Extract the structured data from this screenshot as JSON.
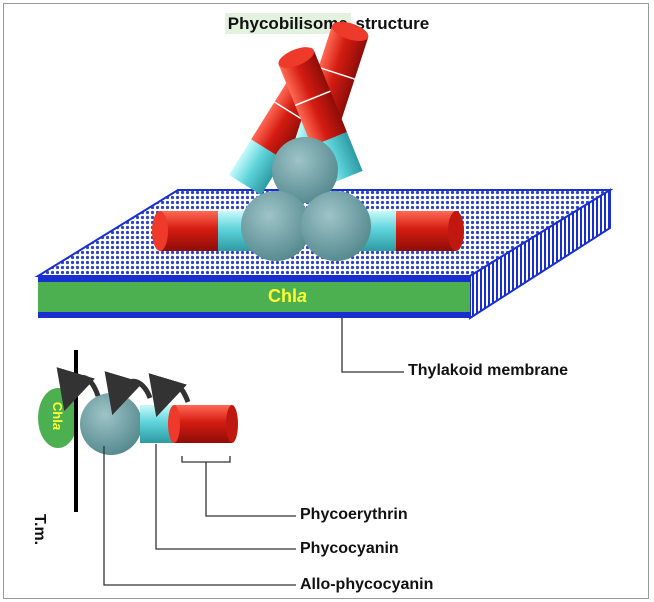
{
  "title": {
    "highlight": "Phycobilisome",
    "rest": " structure"
  },
  "membrane": {
    "chl": "Chl",
    "chl_italic": "a"
  },
  "labels": {
    "thylakoid": "Thylakoid membrane",
    "phycoerythrin": "Phycoerythrin",
    "phycocyanin": "Phycocyanin",
    "allophycocyanin": "Allo-phycocyanin",
    "tm": "T.m.",
    "chl_small": "Chl",
    "chl_small_italic": "a"
  },
  "colors": {
    "phycoerythrin": "#cc1a10",
    "phycocyanin": "#5fd6dc",
    "allophycocyanin": "#6fa0a6",
    "chlorophyll": "#4caf50",
    "membrane_edge": "#1a2fd0"
  }
}
